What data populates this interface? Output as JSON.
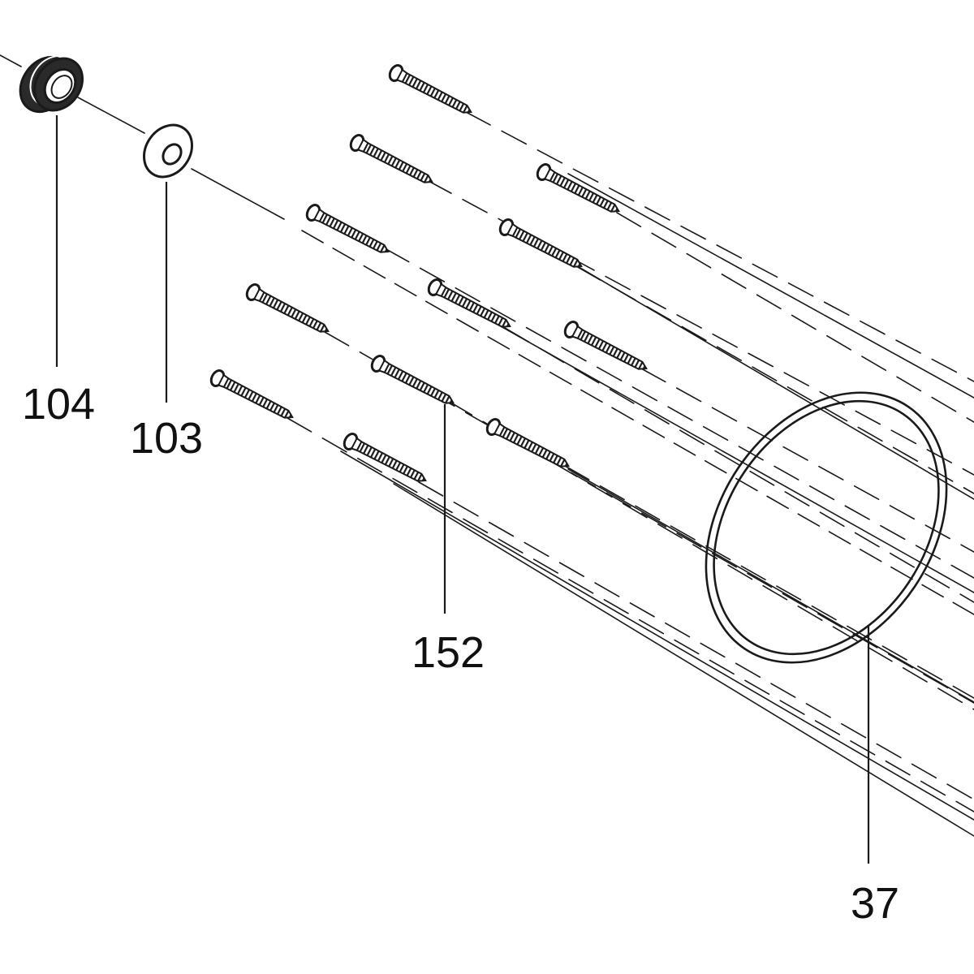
{
  "diagram": {
    "colors": {
      "line": "#1a1a1a",
      "background": "#ffffff"
    },
    "parts": [
      {
        "id": "104",
        "label": "104",
        "description": "seal"
      },
      {
        "id": "103",
        "label": "103",
        "description": "washer"
      },
      {
        "id": "152",
        "label": "152",
        "description": "screw"
      },
      {
        "id": "37",
        "label": "37",
        "description": "o-ring"
      }
    ]
  }
}
